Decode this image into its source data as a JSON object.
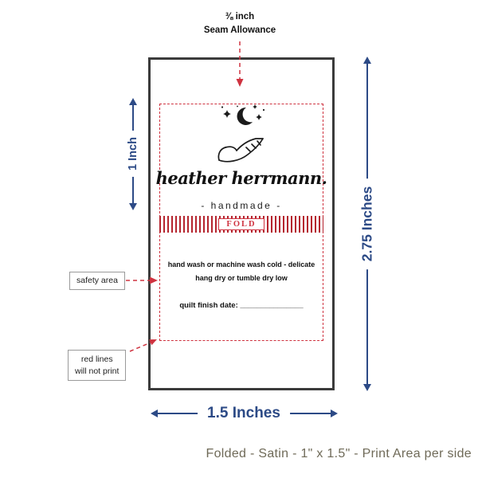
{
  "colors": {
    "measurement_navy": "#2c4a86",
    "guide_red": "#cf3340",
    "stripe_red": "#b5242e",
    "label_border": "#3b3b3b",
    "caption_text": "#6f6a58"
  },
  "seam_note": {
    "line1": "⅜ inch",
    "line2": "Seam Allowance"
  },
  "notes": {
    "safety_area": "safety area",
    "red_lines_line1": "red lines",
    "red_lines_line2": "will not print"
  },
  "measurements": {
    "inner_height": "1 Inch",
    "total_height": "2.75 Inches",
    "width": "1.5 Inches"
  },
  "label": {
    "brand": "heather herrmann.",
    "tagline": "- handmade -",
    "fold": "FOLD",
    "care_line1": "hand wash or machine wash cold - delicate",
    "care_line2": "hang dry or tumble dry low",
    "finish_date": "quilt finish date: _______________"
  },
  "icons": {
    "illustration": "hand-holding-moon-and-stars-icon"
  },
  "caption": "Folded - Satin - 1\" x 1.5\" - Print Area per side"
}
